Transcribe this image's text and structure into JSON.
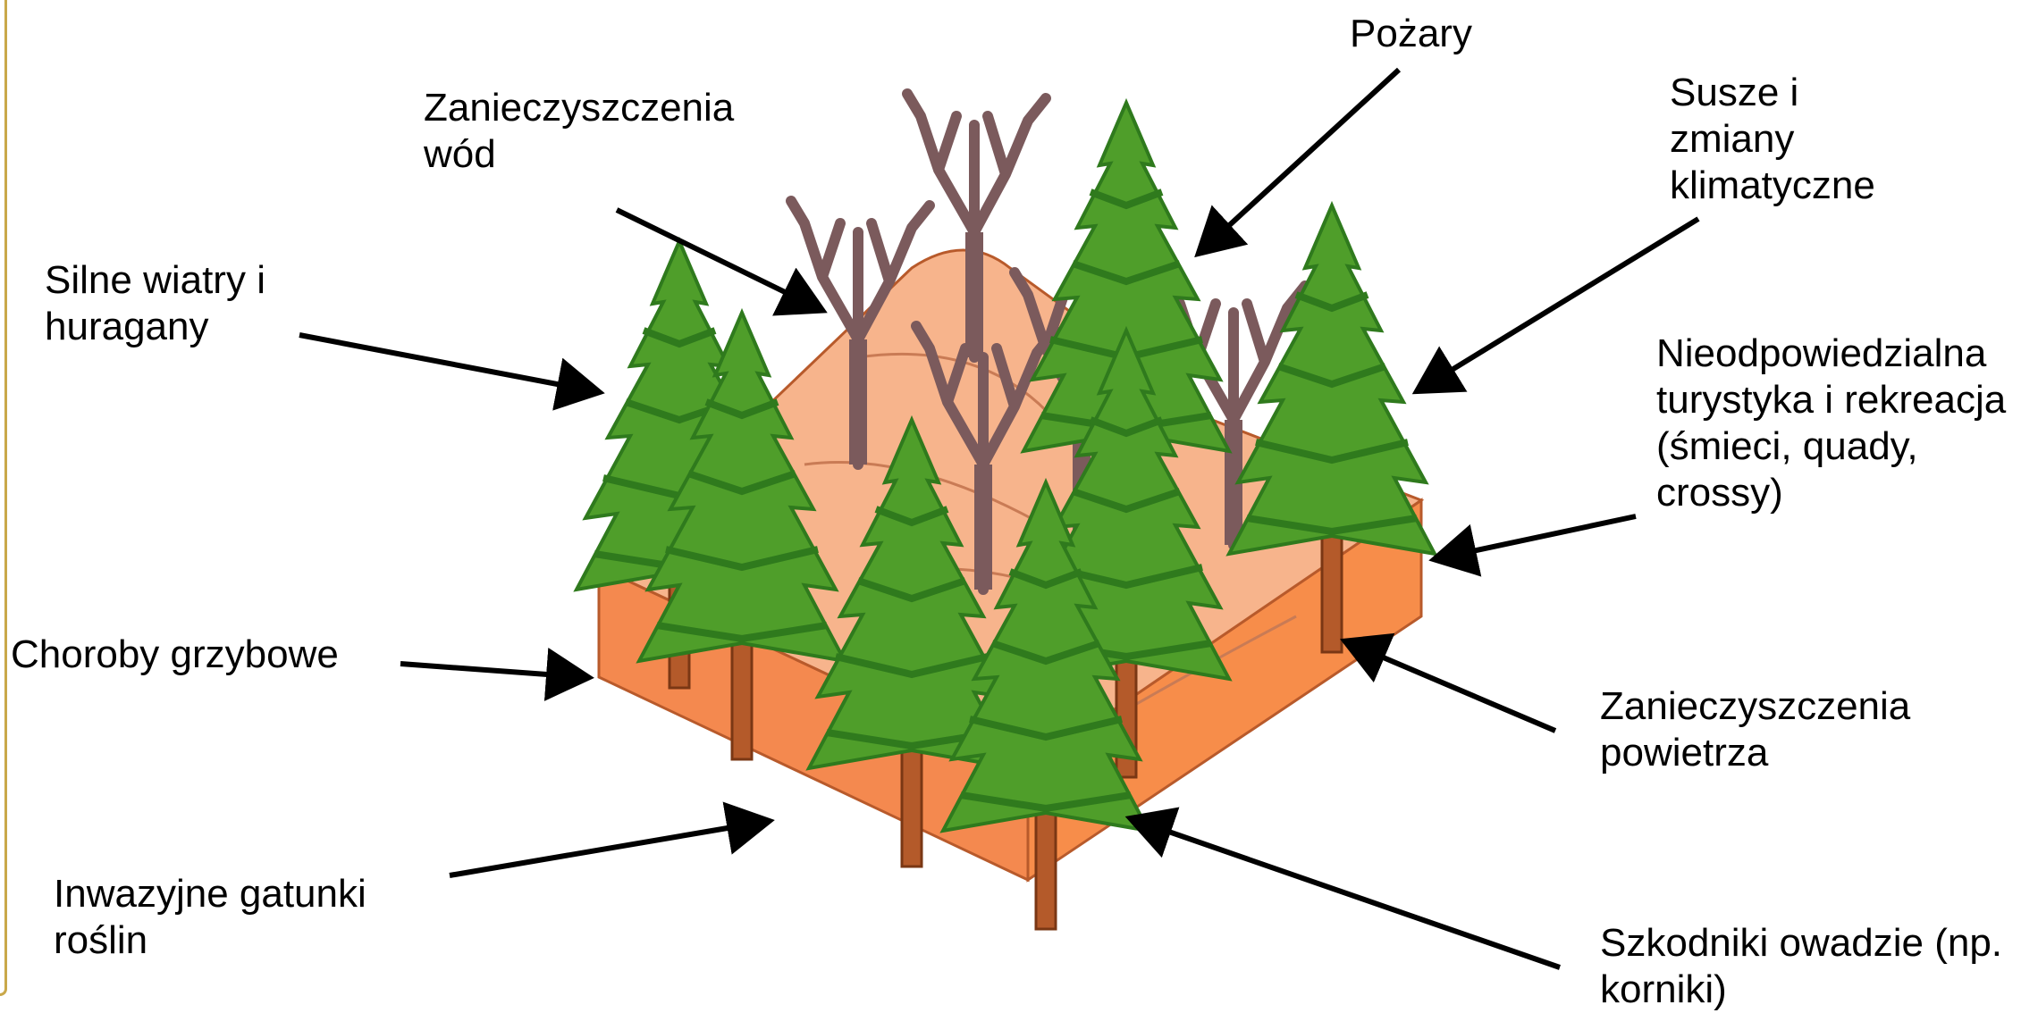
{
  "labels": {
    "pozary": "Pożary",
    "zanieczyszczenia_wod": "Zanieczyszczenia\nwód",
    "susze": "Susze i\nzmiany\nklimatyczne",
    "wiatry": "Silne wiatry i\nhuragany",
    "turystyka": "Nieodpowiedzialna\nturystyka i rekreacja\n(śmieci, quady,\ncrossy)",
    "choroby": "Choroby grzybowe",
    "zanieczyszczenia_powietrza": "Zanieczyszczenia\npowietrza",
    "inwazyjne": "Inwazyjne gatunki\nroślin",
    "szkodniki": "Szkodniki owadzie (np.\nkorniki)"
  },
  "colors": {
    "ground_top": "#f7b48c",
    "ground_front": "#f4894f",
    "ground_side": "#f78d4a",
    "ground_edge": "#b85a2b",
    "tree_dark": "#2f7a1d",
    "tree_light": "#5fae32",
    "trunk": "#b45a2a",
    "dead_tree": "#7b5a5c",
    "arrow": "#000000",
    "frame": "#c9a84a"
  }
}
